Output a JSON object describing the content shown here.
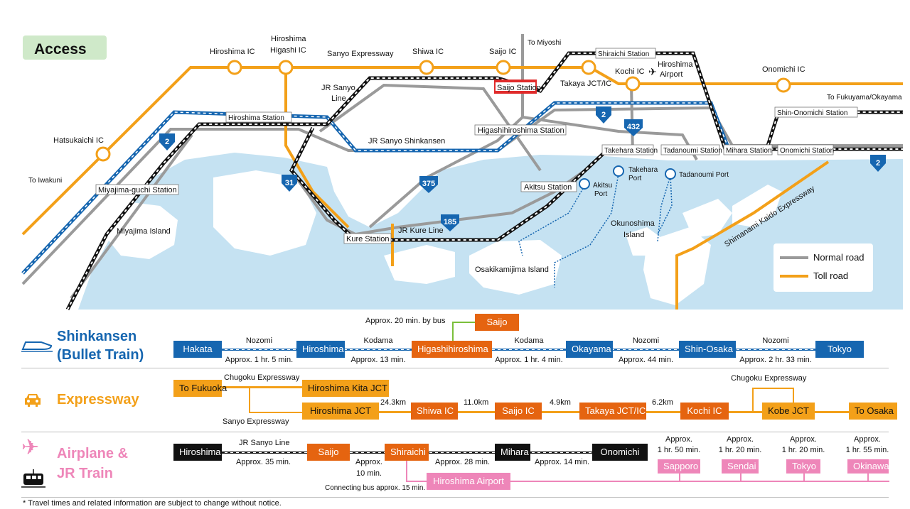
{
  "map": {
    "title": "Access",
    "ic": {
      "hiroshima_ic": "Hiroshima IC",
      "hiroshima_higashi_ic_1": "Hiroshima",
      "hiroshima_higashi_ic_2": "Higashi IC",
      "shiwa_ic": "Shiwa IC",
      "saijo_ic": "Saijo IC",
      "kochi_ic": "Kochi IC",
      "onomichi_ic": "Onomichi IC",
      "hatsukaichi_ic": "Hatsukaichi IC",
      "takaya_jct": "Takaya JCT/IC"
    },
    "roads": {
      "sanyo_expressway": "Sanyo Expressway",
      "jr_sanyo_line_1": "JR Sanyo",
      "jr_sanyo_line_2": "Line",
      "jr_sanyo_shinkansen": "JR Sanyo Shinkansen",
      "jr_kure_line": "JR Kure Line",
      "shimanami": "Shimanami Kaido Expressway"
    },
    "route_numbers": {
      "r2a": "2",
      "r2b": "2",
      "r2c": "2",
      "r31": "31",
      "r375": "375",
      "r185": "185",
      "r432": "432"
    },
    "directions": {
      "to_miyoshi": "To Miyoshi",
      "to_iwakuni": "To Iwakuni",
      "to_fukuyama": "To Fukuyama/Okayama"
    },
    "stations": {
      "saijo": "Saijo Station",
      "shiraichi": "Shiraichi Station",
      "hiroshima": "Hiroshima Station",
      "higashihiroshima": "Higashihiroshima Station",
      "shin_onomichi": "Shin-Onomichi Station",
      "takehara": "Takehara Station",
      "tadanoumi": "Tadanoumi Station",
      "mihara": "Mihara Station",
      "onomichi": "Onomichi Station",
      "miyajimaguchi": "Miyajima-guchi Station",
      "akitsu": "Akitsu Station",
      "kure": "Kure Station"
    },
    "airport_1": "Hiroshima",
    "airport_2": "Airport",
    "ports": {
      "akitsu_1": "Akitsu",
      "akitsu_2": "Port",
      "takehara_1": "Takehara",
      "takehara_2": "Port",
      "tadanoumi": "Tadanoumi Port"
    },
    "islands": {
      "miyajima": "Miyajima Island",
      "okunoshima_1": "Okunoshima",
      "okunoshima_2": "Island",
      "osakikamijima": "Osakikamijima Island"
    },
    "legend": {
      "normal": "Normal road",
      "toll": "Toll road"
    },
    "colors": {
      "sea": "#c5e2f2",
      "toll": "#f3a019",
      "normal": "#9a9a9a",
      "rail_blue": "#1666b0"
    }
  },
  "shinkansen": {
    "title_1": "Shinkansen",
    "title_2": "(Bullet Train)",
    "bus_note": "Approx. 20 min. by bus",
    "saijo": "Saijo",
    "stations": [
      "Hakata",
      "Hiroshima",
      "Higashihiroshima",
      "Okayama",
      "Shin-Osaka",
      "Tokyo"
    ],
    "segments": [
      {
        "train": "Nozomi",
        "time": "Approx. 1 hr. 5 min."
      },
      {
        "train": "Kodama",
        "time": "Approx. 13 min."
      },
      {
        "train": "Kodama",
        "time": "Approx. 1 hr. 4 min."
      },
      {
        "train": "Nozomi",
        "time": "Approx. 44 min."
      },
      {
        "train": "Nozomi",
        "time": "Approx. 2 hr. 33 min."
      }
    ]
  },
  "expressway": {
    "title": "Expressway",
    "to_fukuoka": "To Fukuoka",
    "chugoku_1": "Chugoku Expressway",
    "hiroshima_kita": "Hiroshima Kita JCT",
    "sanyo": "Sanyo Expressway",
    "hiroshima_jct": "Hiroshima JCT",
    "dist_1": "24.3km",
    "shiwa": "Shiwa IC",
    "dist_2": "11.0km",
    "saijo": "Saijo IC",
    "dist_3": "4.9km",
    "takaya": "Takaya JCT/IC",
    "dist_4": "6.2km",
    "kochi": "Kochi IC",
    "chugoku_2": "Chugoku Expressway",
    "kobe": "Kobe JCT",
    "to_osaka": "To Osaka"
  },
  "airplane": {
    "title_1": "Airplane &",
    "title_2": "JR Train",
    "hiroshima": "Hiroshima",
    "jr_sanyo": "JR Sanyo Line",
    "time_1": "Approx. 35 min.",
    "saijo": "Saijo",
    "time_2a": "Approx.",
    "time_2b": "10 min.",
    "shiraichi": "Shiraichi",
    "time_3": "Approx. 28 min.",
    "mihara": "Mihara",
    "time_4": "Approx. 14 min.",
    "onomichi": "Onomichi",
    "bus_note": "Connecting bus approx. 15 min.",
    "airport": "Hiroshima Airport",
    "flights": [
      {
        "time_1": "Approx.",
        "time_2": "1 hr. 50 min.",
        "city": "Sapporo"
      },
      {
        "time_1": "Approx.",
        "time_2": "1 hr. 20 min.",
        "city": "Sendai"
      },
      {
        "time_1": "Approx.",
        "time_2": "1 hr. 20 min.",
        "city": "Tokyo"
      },
      {
        "time_1": "Approx.",
        "time_2": "1 hr. 55 min.",
        "city": "Okinawa"
      }
    ]
  },
  "footnote": "* Travel times and related information are subject to change without notice."
}
